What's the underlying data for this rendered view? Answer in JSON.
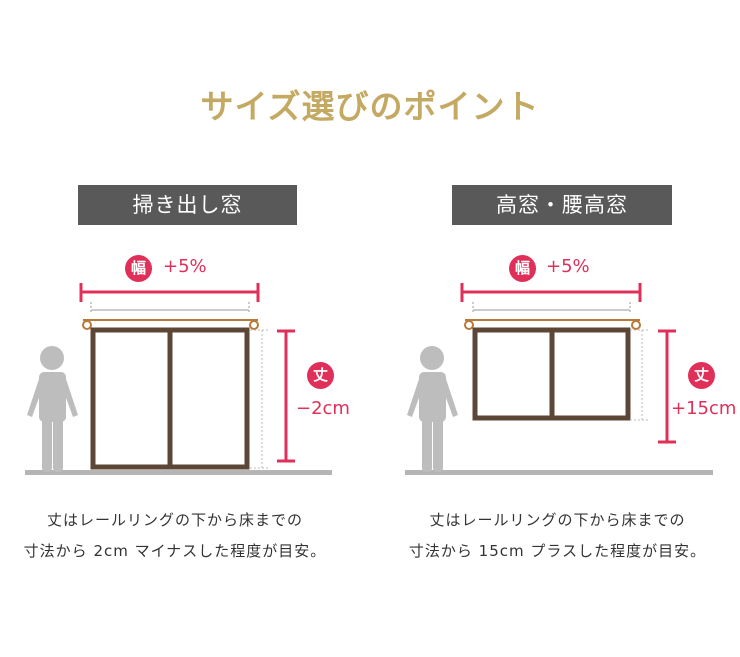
{
  "title": "サイズ選びのポイント",
  "panels": [
    {
      "heading": "掃き出し窓",
      "width_badge": "幅",
      "width_value": "+5%",
      "height_badge": "丈",
      "height_value": "−2cm",
      "caption": [
        "丈はレールリングの下から床までの",
        "寸法から 2cm マイナスした程度が目安。"
      ]
    },
    {
      "heading": "高窓・腰高窓",
      "width_badge": "幅",
      "width_value": "+5%",
      "height_badge": "丈",
      "height_value": "+15cm",
      "caption": [
        "丈はレールリングの下から床までの",
        "寸法から 15cm プラスした程度が目安。"
      ]
    }
  ],
  "colors": {
    "gold": "#c4a962",
    "accent": "#e0305a",
    "frame": "#5c4636",
    "rail": "#b87a3a",
    "floor": "#b5b5b5"
  }
}
